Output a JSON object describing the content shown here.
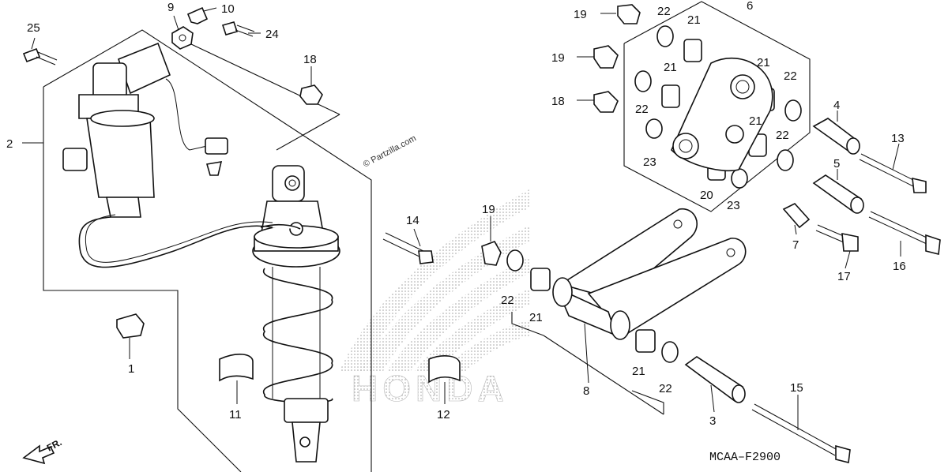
{
  "watermark": "© Partzilla.com",
  "diagram_code": "MCAA–F2900",
  "front_indicator": "FR.",
  "brand_mark": "HONDA",
  "callouts": [
    {
      "id": "c1",
      "label": "1"
    },
    {
      "id": "c2",
      "label": "2"
    },
    {
      "id": "c3",
      "label": "3"
    },
    {
      "id": "c4",
      "label": "4"
    },
    {
      "id": "c5",
      "label": "5"
    },
    {
      "id": "c6",
      "label": "6"
    },
    {
      "id": "c7",
      "label": "7"
    },
    {
      "id": "c8",
      "label": "8"
    },
    {
      "id": "c9",
      "label": "9"
    },
    {
      "id": "c10",
      "label": "10"
    },
    {
      "id": "c11",
      "label": "11"
    },
    {
      "id": "c12",
      "label": "12"
    },
    {
      "id": "c13",
      "label": "13"
    },
    {
      "id": "c14",
      "label": "14"
    },
    {
      "id": "c15",
      "label": "15"
    },
    {
      "id": "c16",
      "label": "16"
    },
    {
      "id": "c17",
      "label": "17"
    },
    {
      "id": "c18a",
      "label": "18"
    },
    {
      "id": "c18b",
      "label": "18"
    },
    {
      "id": "c19a",
      "label": "19"
    },
    {
      "id": "c19b",
      "label": "19"
    },
    {
      "id": "c19c",
      "label": "19"
    },
    {
      "id": "c20",
      "label": "20"
    },
    {
      "id": "c21a",
      "label": "21"
    },
    {
      "id": "c21b",
      "label": "21"
    },
    {
      "id": "c21c",
      "label": "21"
    },
    {
      "id": "c21d",
      "label": "21"
    },
    {
      "id": "c21e",
      "label": "21"
    },
    {
      "id": "c21f",
      "label": "21"
    },
    {
      "id": "c22a",
      "label": "22"
    },
    {
      "id": "c22b",
      "label": "22"
    },
    {
      "id": "c22c",
      "label": "22"
    },
    {
      "id": "c22d",
      "label": "22"
    },
    {
      "id": "c22e",
      "label": "22"
    },
    {
      "id": "c22f",
      "label": "22"
    },
    {
      "id": "c23a",
      "label": "23"
    },
    {
      "id": "c23b",
      "label": "23"
    },
    {
      "id": "c24",
      "label": "24"
    },
    {
      "id": "c25",
      "label": "25"
    }
  ]
}
